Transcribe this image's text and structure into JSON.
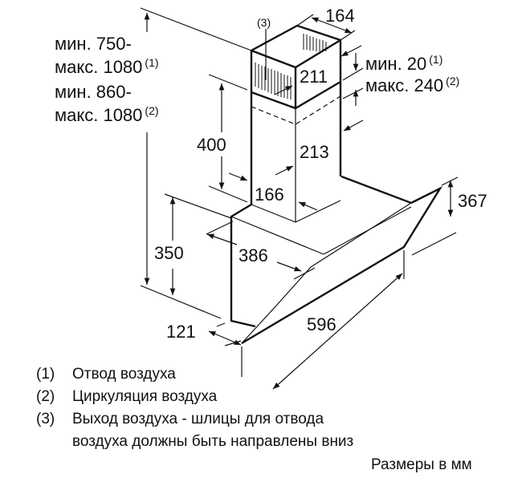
{
  "dimensions": {
    "total_height_line1": "мин. 750-",
    "total_height_line2": "макс. 1080",
    "total_height_line2_note": "(1)",
    "total_height_line3": "мин. 860-",
    "total_height_line4": "макс. 1080",
    "total_height_line4_note": "(2)",
    "chimney_lower_height": "400",
    "body_height": "350",
    "body_depth": "386",
    "chimney_lower_width": "166",
    "chimney_lower_depth": "213",
    "chimney_upper_depth": "211",
    "chimney_upper_width": "164",
    "outlet_note": "(3)",
    "overlap_min": "мин. 20",
    "overlap_min_note": "(1)",
    "overlap_max": "макс. 240",
    "overlap_max_note": "(2)",
    "glass_height": "367",
    "width": "596",
    "front_offset": "121"
  },
  "legend": [
    {
      "num": "(1)",
      "text": "Отвод воздуха"
    },
    {
      "num": "(2)",
      "text": "Циркуляция воздуха"
    },
    {
      "num": "(3)",
      "text": "Выход воздуха - шлицы для отвода"
    },
    {
      "num": "",
      "text": "воздуха должны быть направлены вниз"
    }
  ],
  "units_note": "Размеры в мм"
}
